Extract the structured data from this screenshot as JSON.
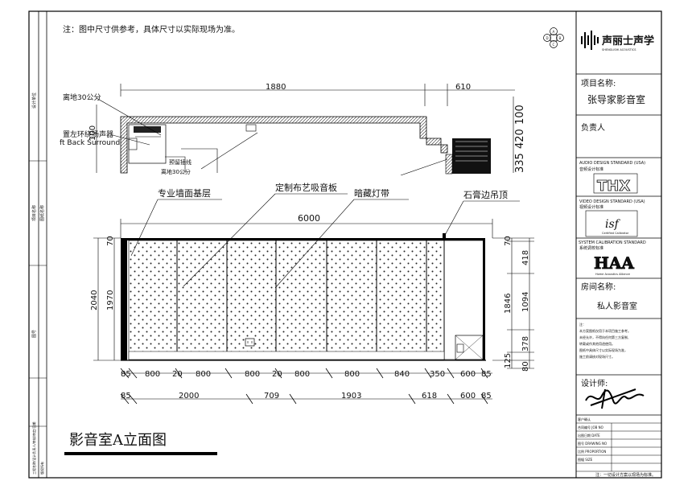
{
  "note": "注：图中尺寸供参考，具体尺寸以实际现场为准。",
  "plan_labels": {
    "height_note": "离地30公分",
    "surround": "置左环绕扬声器",
    "surround_en": "ft Back Surround",
    "small1": "预留插线",
    "small2": "离地30公分",
    "top_dims": [
      "1880",
      "610"
    ],
    "side_dims": [
      "335",
      "420",
      "100"
    ],
    "left_dim": "100"
  },
  "callouts": {
    "wall_base": "专业墙面基层",
    "fabric_panel": "定制布艺吸音板",
    "hidden_light": "暗藏灯带",
    "gypsum_ceiling": "石膏边吊顶"
  },
  "elevation": {
    "total_width": "6000",
    "left_dims": [
      "2040",
      "1970"
    ],
    "left_small": "70",
    "right_dims": [
      "418",
      "1094",
      "378",
      "125",
      "80"
    ],
    "right_total": "1846",
    "right_small": "70",
    "bottom_row1": [
      "85",
      "800",
      "20",
      "800",
      "800",
      "20",
      "800",
      "800",
      "840",
      "350",
      "600",
      "85"
    ],
    "bottom_row2": [
      "85",
      "2000",
      "709",
      "1903",
      "618",
      "600",
      "85"
    ]
  },
  "drawing_title": "影音室A立面图",
  "title_block": {
    "brand": "声丽士声学",
    "brand_sub": "SHENGLISHI ACOUSTICS",
    "project_label": "项目名称:",
    "project_name": "张导家影音室",
    "manager_label": "负责人",
    "std1_label": "AUDIO DESIGN STANDARD (USA)",
    "std1_cn": "音频设计标准",
    "std1_logo": "THX",
    "std2_label": "VIDEO DESIGN STANDARD (USA)",
    "std2_cn": "视频设计标准",
    "std2_logo": "isf",
    "std2_logo_sub": "Certified Calibrator",
    "std3_label": "SYSTEM CALIBRATION STANDARD",
    "std3_cn": "系统调校标准",
    "std3_logo": "HAA",
    "std3_logo_sub": "Home Acoustics Alliance",
    "room_label": "房间名称:",
    "room_name": "私人影音室",
    "remarks": [
      "注：",
      "本方案图纸仅用于本项目施工参考。",
      "未经允许，不得向任何第三方复制、",
      "转载或作其他用途使用。",
      "图纸中具体尺寸以实际现场为准，",
      "施工前请核对现场尺寸。"
    ],
    "designer_label": "设计师:",
    "info_rows": [
      "客户确认",
      "合同编号  JOB NO",
      "出图日期  DATE",
      "图号  DRAWING NO",
      "比例  PROPORTION",
      "图幅  SIZE"
    ],
    "footer_note": "注：一切设计方案以现场为标准。"
  },
  "side_strip": [
    "设计单位",
    "项目名称",
    "图纸名称",
    "图号",
    "工程名称/设计负责人/审核/审定/日期",
    "版权所有"
  ]
}
